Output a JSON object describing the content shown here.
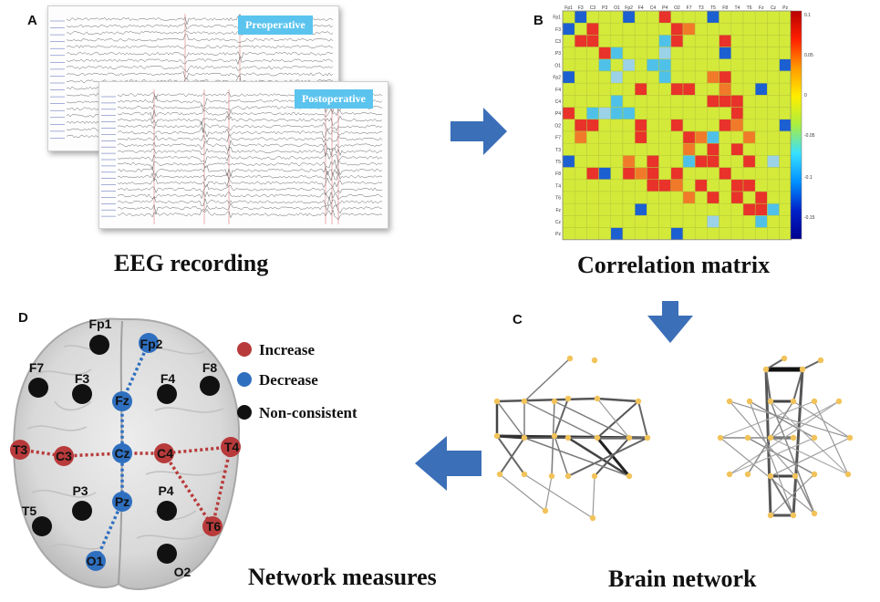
{
  "panels": {
    "a": {
      "letter": "A",
      "caption": "EEG recording",
      "tag_pre": "Preoperative",
      "tag_post": "Postoperative"
    },
    "b": {
      "letter": "B",
      "caption": "Correlation matrix",
      "channels": [
        "Fp1",
        "F3",
        "C3",
        "P3",
        "O1",
        "Fp2",
        "F4",
        "C4",
        "P4",
        "O2",
        "F7",
        "T3",
        "T5",
        "F8",
        "T4",
        "T6",
        "Fz",
        "Cz",
        "Pz"
      ],
      "colorbar_ticks": [
        "0.1",
        "0.05",
        "0",
        "-0.05",
        "-0.1",
        "-0.15"
      ]
    },
    "c": {
      "letter": "C",
      "caption": "Brain network"
    },
    "d": {
      "letter": "D",
      "caption": "Network measures",
      "legend": {
        "increase": "Increase",
        "decrease": "Decrease",
        "non_consistent": "Non-consistent"
      },
      "electrodes": {
        "Fp1": "Fp1",
        "Fp2": "Fp2",
        "F7": "F7",
        "F3": "F3",
        "Fz": "Fz",
        "F4": "F4",
        "F8": "F8",
        "T3": "T3",
        "C3": "C3",
        "Cz": "Cz",
        "C4": "C4",
        "T4": "T4",
        "T5": "T5",
        "P3": "P3",
        "Pz": "Pz",
        "P4": "P4",
        "T6": "T6",
        "O1": "O1",
        "O2": "O2"
      }
    }
  },
  "colors": {
    "increase": "#b83a3a",
    "decrease": "#2f6fbf",
    "non_consistent": "#111111",
    "arrow": "#3b6fb8",
    "tag": "#5bc4ee",
    "node": "#f2c35a"
  }
}
